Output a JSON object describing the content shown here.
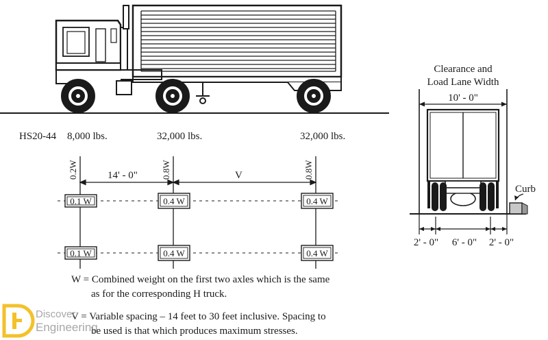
{
  "truck": {
    "designation": "HS20-44",
    "loads": [
      "8,000 lbs.",
      "32,000 lbs.",
      "32,000 lbs."
    ]
  },
  "axle_plan": {
    "front_factor": "0.2W",
    "rear_factor_1": "0.8W",
    "rear_factor_2": "0.8W",
    "spacing_1": "14' - 0\"",
    "spacing_2": "V",
    "wheel_loads": [
      "0.1 W",
      "0.4 W",
      "0.4 W",
      "0.1 W",
      "0.4 W",
      "0.4 W"
    ]
  },
  "rear_view": {
    "title_line1": "Clearance and",
    "title_line2": "Load Lane Width",
    "lane_width": "10' - 0\"",
    "curb_label": "Curb",
    "dim_left": "2' - 0\"",
    "dim_mid": "6' - 0\"",
    "dim_right": "2' - 0\""
  },
  "notes": {
    "w_line1": "W = Combined weight on the first two axles which is the same",
    "w_line2": "as for the corresponding H truck.",
    "v_line1": "V = Variable spacing – 14 feet to 30 feet inclusive. Spacing to",
    "v_line2": "be used is that which produces maximum stresses."
  },
  "watermark": {
    "line1": "Discover",
    "line2": "Engineering",
    "accent": "#f2b705"
  }
}
